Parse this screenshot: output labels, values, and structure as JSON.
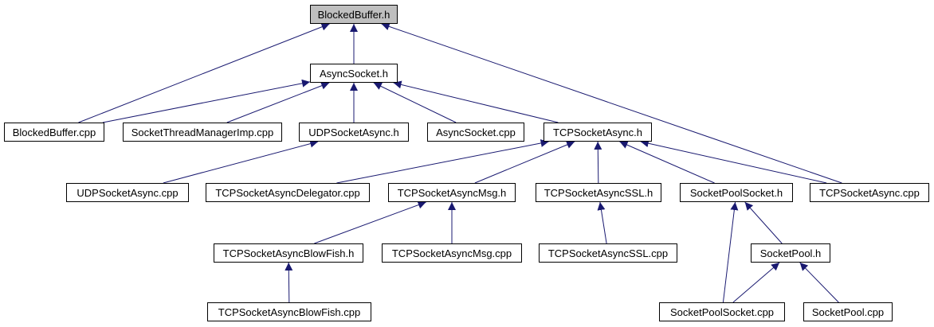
{
  "graph": {
    "colors": {
      "edge": "#191970",
      "node_border": "#000000",
      "root_fill": "#bfbfbf",
      "node_fill": "#ffffff"
    },
    "nodes": [
      {
        "id": "BlockedBuffer_h",
        "label": "BlockedBuffer.h",
        "root": true
      },
      {
        "id": "AsyncSocket_h",
        "label": "AsyncSocket.h"
      },
      {
        "id": "BlockedBuffer_cpp",
        "label": "BlockedBuffer.cpp"
      },
      {
        "id": "SocketThreadManagerImp_cpp",
        "label": "SocketThreadManagerImp.cpp"
      },
      {
        "id": "UDPSocketAsync_h",
        "label": "UDPSocketAsync.h"
      },
      {
        "id": "AsyncSocket_cpp",
        "label": "AsyncSocket.cpp"
      },
      {
        "id": "TCPSocketAsync_h",
        "label": "TCPSocketAsync.h"
      },
      {
        "id": "UDPSocketAsync_cpp",
        "label": "UDPSocketAsync.cpp"
      },
      {
        "id": "TCPSocketAsyncDelegator_cpp",
        "label": "TCPSocketAsyncDelegator.cpp"
      },
      {
        "id": "TCPSocketAsyncMsg_h",
        "label": "TCPSocketAsyncMsg.h"
      },
      {
        "id": "TCPSocketAsyncSSL_h",
        "label": "TCPSocketAsyncSSL.h"
      },
      {
        "id": "SocketPoolSocket_h",
        "label": "SocketPoolSocket.h"
      },
      {
        "id": "TCPSocketAsync_cpp",
        "label": "TCPSocketAsync.cpp"
      },
      {
        "id": "TCPSocketAsyncBlowFish_h",
        "label": "TCPSocketAsyncBlowFish.h"
      },
      {
        "id": "TCPSocketAsyncMsg_cpp",
        "label": "TCPSocketAsyncMsg.cpp"
      },
      {
        "id": "TCPSocketAsyncSSL_cpp",
        "label": "TCPSocketAsyncSSL.cpp"
      },
      {
        "id": "SocketPool_h",
        "label": "SocketPool.h"
      },
      {
        "id": "TCPSocketAsyncBlowFish_cpp",
        "label": "TCPSocketAsyncBlowFish.cpp"
      },
      {
        "id": "SocketPoolSocket_cpp",
        "label": "SocketPoolSocket.cpp"
      },
      {
        "id": "SocketPool_cpp",
        "label": "SocketPool.cpp"
      }
    ],
    "edges": [
      {
        "from": "AsyncSocket_h",
        "to": "BlockedBuffer_h"
      },
      {
        "from": "BlockedBuffer_cpp",
        "to": "BlockedBuffer_h"
      },
      {
        "from": "TCPSocketAsync_cpp",
        "to": "BlockedBuffer_h"
      },
      {
        "from": "BlockedBuffer_cpp",
        "to": "AsyncSocket_h"
      },
      {
        "from": "SocketThreadManagerImp_cpp",
        "to": "AsyncSocket_h"
      },
      {
        "from": "UDPSocketAsync_h",
        "to": "AsyncSocket_h"
      },
      {
        "from": "AsyncSocket_cpp",
        "to": "AsyncSocket_h"
      },
      {
        "from": "TCPSocketAsync_h",
        "to": "AsyncSocket_h"
      },
      {
        "from": "UDPSocketAsync_cpp",
        "to": "UDPSocketAsync_h"
      },
      {
        "from": "TCPSocketAsyncDelegator_cpp",
        "to": "TCPSocketAsync_h"
      },
      {
        "from": "TCPSocketAsyncMsg_h",
        "to": "TCPSocketAsync_h"
      },
      {
        "from": "TCPSocketAsyncSSL_h",
        "to": "TCPSocketAsync_h"
      },
      {
        "from": "SocketPoolSocket_h",
        "to": "TCPSocketAsync_h"
      },
      {
        "from": "TCPSocketAsync_cpp",
        "to": "TCPSocketAsync_h"
      },
      {
        "from": "TCPSocketAsyncBlowFish_h",
        "to": "TCPSocketAsyncMsg_h"
      },
      {
        "from": "TCPSocketAsyncMsg_cpp",
        "to": "TCPSocketAsyncMsg_h"
      },
      {
        "from": "TCPSocketAsyncSSL_cpp",
        "to": "TCPSocketAsyncSSL_h"
      },
      {
        "from": "SocketPool_h",
        "to": "SocketPoolSocket_h"
      },
      {
        "from": "SocketPoolSocket_cpp",
        "to": "SocketPoolSocket_h"
      },
      {
        "from": "TCPSocketAsyncBlowFish_cpp",
        "to": "TCPSocketAsyncBlowFish_h"
      },
      {
        "from": "SocketPoolSocket_cpp",
        "to": "SocketPool_h"
      },
      {
        "from": "SocketPool_cpp",
        "to": "SocketPool_h"
      }
    ]
  }
}
